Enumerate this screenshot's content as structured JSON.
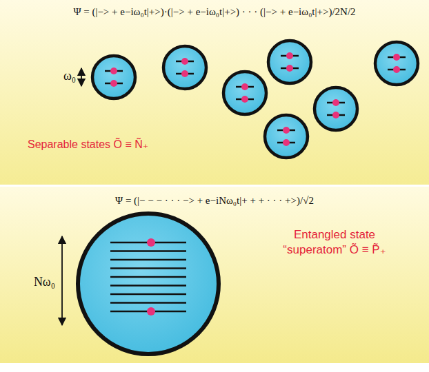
{
  "diagram": {
    "labels": [
      "Ψ = (|−> + e−iω₀t|+>)·(|−> + e−iω₀t|+>) · · · (|−> + e−iω₀t|+>)/2N/2",
      "ω₀",
      "Separable states Õ ≡ Ñ₊",
      "Ψ = (|− − − · · · −> + e−iNω₀t|+ + + · · · +>)/√2",
      "Nω₀",
      "Entangled state “superatom” Õ ≡ P̃₊"
    ]
  }
}
